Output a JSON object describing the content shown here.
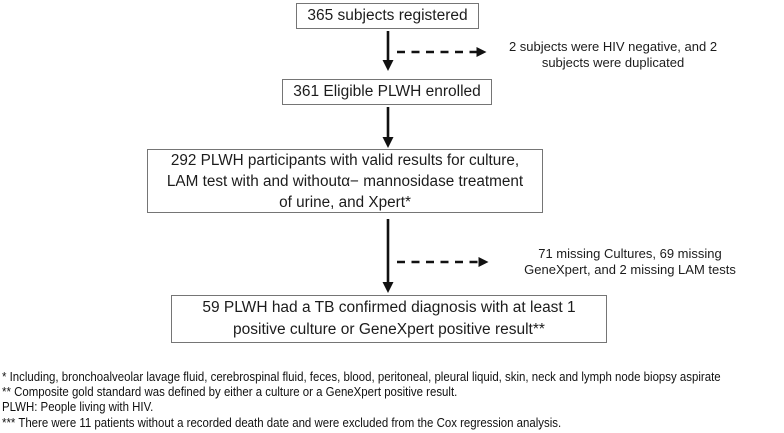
{
  "figure": {
    "boxes": [
      {
        "id": "registered",
        "text": "365 subjects registered"
      },
      {
        "id": "enrolled",
        "text": "361 Eligible PLWH enrolled"
      },
      {
        "id": "valid-results",
        "text": "292 PLWH participants with valid results for culture,\nLAM test with and withoutα− mannosidase treatment\nof urine, and Xpert*"
      },
      {
        "id": "tb-confirmed",
        "text": "59 PLWH had a TB confirmed diagnosis with at least 1\npositive culture or GeneXpert positive result**"
      }
    ],
    "side_notes": [
      {
        "id": "excluded-subjects",
        "text": "2 subjects were HIV negative, and 2\nsubjects were duplicated"
      },
      {
        "id": "missing-tests",
        "text": "71 missing Cultures, 69 missing\nGeneXpert, and 2 missing LAM tests"
      }
    ],
    "footnotes": [
      "* Including, bronchoalveolar lavage fluid, cerebrospinal fluid, feces, blood, peritoneal, pleural liquid, skin, neck and lymph node biopsy aspirate",
      "** Composite gold standard was defined by either a culture or a GeneXpert positive result.",
      "PLWH: People living with HIV.",
      "*** There were 11 patients without a recorded death date and were excluded from the Cox regression analysis."
    ],
    "colors": {
      "box_border": "#757575",
      "arrow": "#111111",
      "text": "#1a1a1a",
      "background": "#ffffff"
    }
  }
}
